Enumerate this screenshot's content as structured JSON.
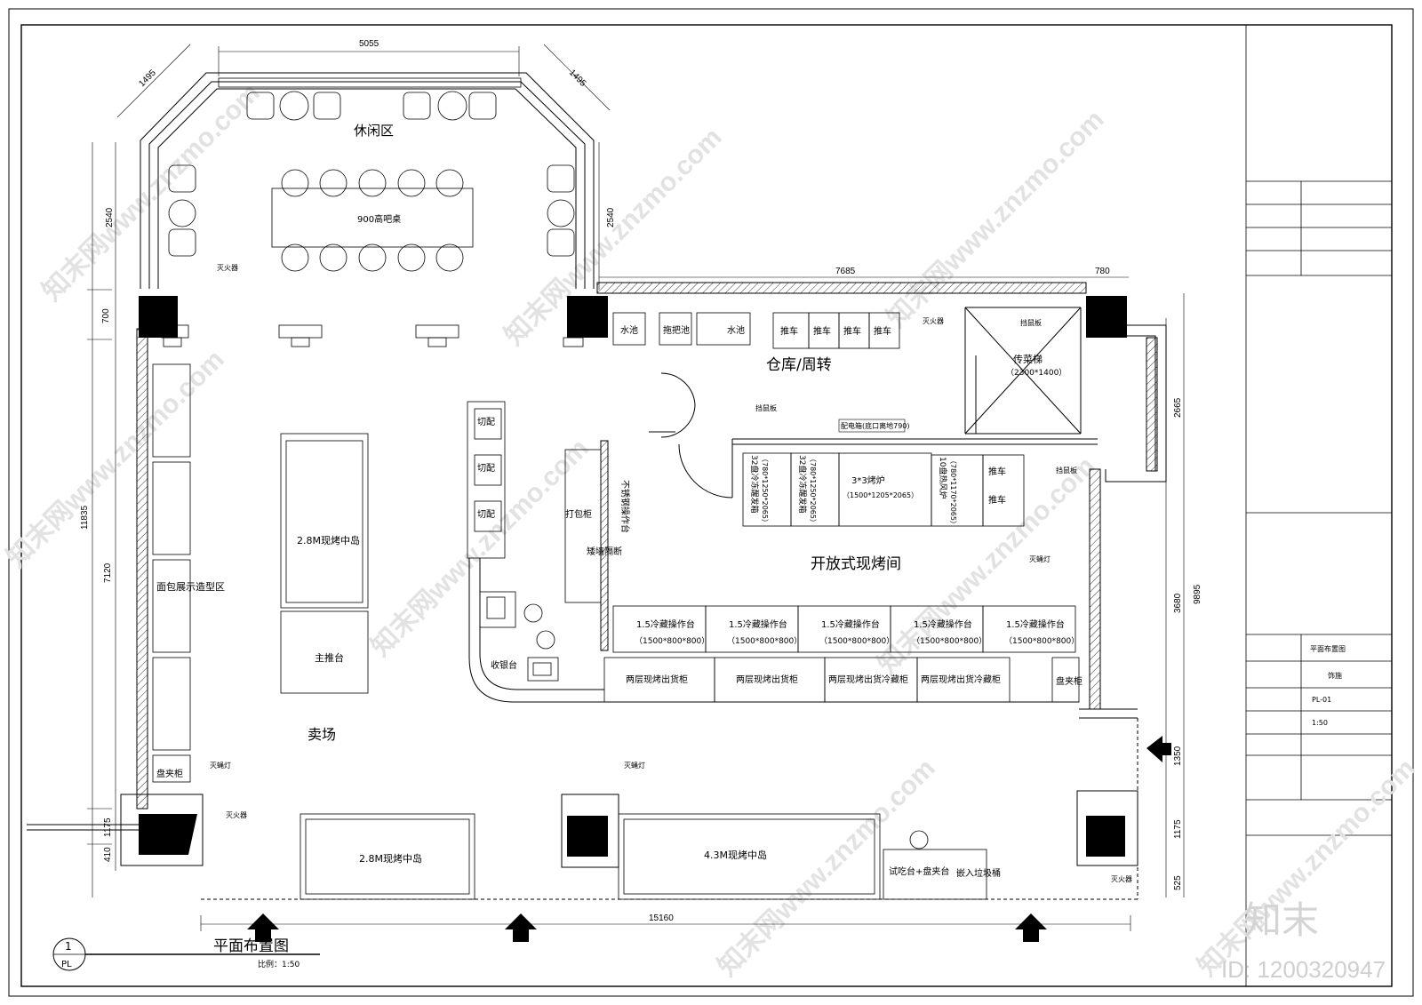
{
  "drawing": {
    "title": "平面布置图",
    "scale_label": "比例：1:50",
    "index_top": "1",
    "index_bottom": "PL"
  },
  "title_block": {
    "rows": [
      "平面布置图",
      "饰施",
      "PL-01",
      "1:50"
    ]
  },
  "rooms": {
    "lounge": "休闲区",
    "bar_table": "900高吧桌",
    "storage": "仓库/周转",
    "open_kitchen": "开放式现烤间",
    "sales_floor": "卖场",
    "bread_display": "面包展示造型区",
    "island_28_a": "2.8M现烤中岛",
    "main_display": "主推台",
    "island_28_b": "2.8M现烤中岛",
    "island_43": "4.3M现烤中岛",
    "cashier": "收银台",
    "pack_cabinet": "打包柜",
    "low_wall": "矮墙隔断",
    "steel_table": "不锈钢操作台",
    "tasting": "试吃台+盘夹台",
    "bin": "嵌入垃圾桶",
    "tray_cabinet_l": "盘夹柜",
    "tray_cabinet_r": "盘夹柜"
  },
  "kitchen_units": {
    "cut": [
      "切配",
      "切配",
      "切配"
    ],
    "sink1": "水池",
    "mop_sink": "拖把池",
    "sink2": "水池",
    "carts": [
      "推车",
      "推车",
      "推车",
      "推车"
    ],
    "carts2": [
      "推车",
      "推车"
    ],
    "lift": "传菜梯",
    "lift_size": "（2300*1400）",
    "ferment1": "32盘冷冻醒发箱",
    "ferment1_size": "（780*1250*2065）",
    "ferment2": "32盘冷冻醒发箱",
    "ferment2_size": "（780*1250*2065）",
    "oven": "3*3烤炉",
    "oven_size": "（1500*1205*2065）",
    "hot_air": "10盘热风炉",
    "hot_air_size": "（780*1170*2065）",
    "fridge_tables": [
      "1.5冷藏操作台",
      "1.5冷藏操作台",
      "1.5冷藏操作台",
      "1.5冷藏操作台",
      "1.5冷藏操作台"
    ],
    "fridge_size": "（1500*800*800）",
    "out_cabinets": [
      "两层现烤出货柜",
      "两层现烤出货柜",
      "两层现烤出货冷藏柜",
      "两层现烤出货冷藏柜"
    ]
  },
  "notes": {
    "extinguisher": "灭火器",
    "flytrap": "灭蝇灯",
    "rat_board": "挡鼠板",
    "distribution_box": "配电箱(底口离地790)"
  },
  "dimensions": {
    "top_width": "5055",
    "diag_left": "1495",
    "diag_right": "1495",
    "left_2540": "2540",
    "right_2540": "2540",
    "left_700": "700",
    "left_7120": "7120",
    "left_1175": "1175",
    "left_410": "410",
    "total_left": "11835",
    "kitchen_top": "7685",
    "top_780": "780",
    "right_2665": "2665",
    "right_3680": "3680",
    "right_1350": "1350",
    "right_1175": "1175",
    "right_525": "525",
    "total_right": "9895",
    "bottom_total": "15160"
  },
  "watermark": {
    "brand": "知末",
    "id": "ID: 1200320947",
    "site": "知末网www.znzmo.com"
  }
}
